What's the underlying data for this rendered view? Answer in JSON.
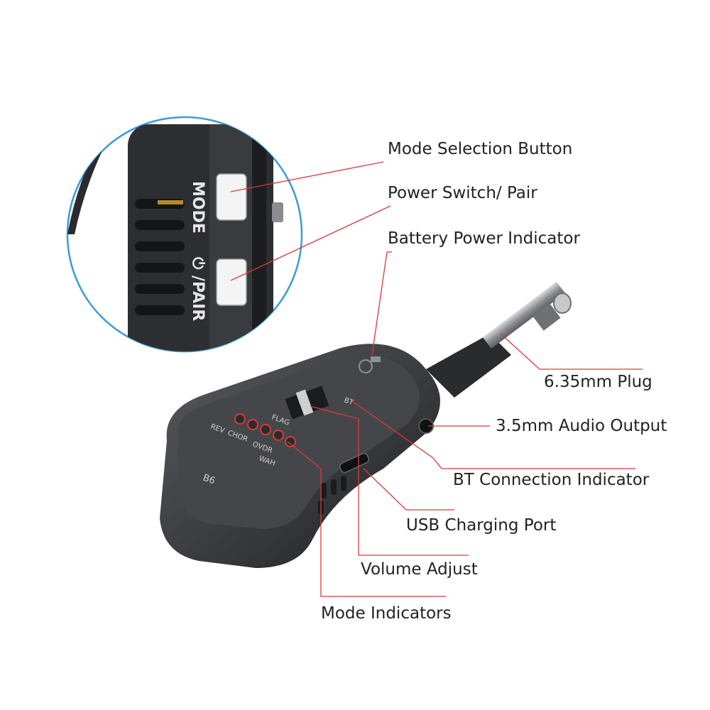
{
  "colors": {
    "leader_line": "#d83a3a",
    "magnifier_ring": "#3c9bd6",
    "device_body": "#2f3033",
    "device_face": "#4a4b4f",
    "plug_metal": "#9a9ca0",
    "label_text": "#222222"
  },
  "device": {
    "model": "B6",
    "buttons": {
      "mode": "MODE",
      "pair": "/PAIR"
    },
    "face_markings": {
      "bt": "BT",
      "flag": "FLAG",
      "rev": "REV",
      "chor": "CHOR",
      "ovdr": "OVDR",
      "wah": "WAH"
    }
  },
  "callouts": {
    "mode_selection_button": "Mode Selection Button",
    "power_switch_pair": "Power Switch/ Pair",
    "battery_power_indicator": "Battery Power Indicator",
    "plug_6_35mm": "6.35mm Plug",
    "audio_output_3_5mm": "3.5mm Audio Output",
    "bt_connection_indicator": "BT Connection Indicator",
    "usb_charging_port": "USB Charging Port",
    "volume_adjust": "Volume Adjust",
    "mode_indicators": "Mode Indicators"
  }
}
